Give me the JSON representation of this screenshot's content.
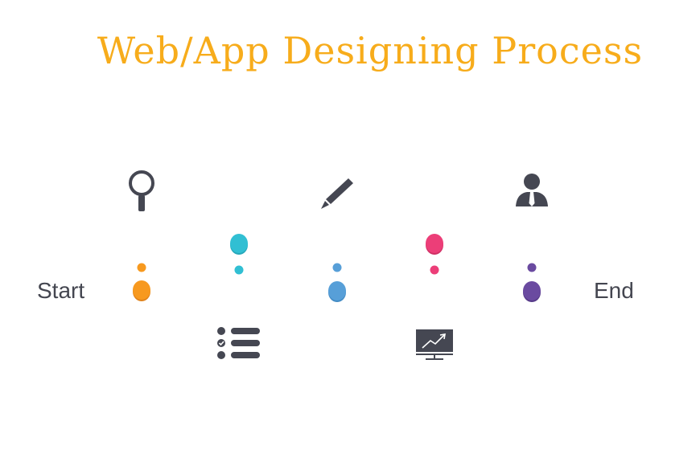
{
  "title": "Web/App Designing Process",
  "start_label": "Start",
  "end_label": "End",
  "colors": {
    "title": "#F7AC1B",
    "icon": "#454752",
    "orange": "#F7991F",
    "cyan": "#31BFD3",
    "blue": "#579FD8",
    "pink": "#EC3E78",
    "purple": "#6A4AA0"
  },
  "steps": [
    {
      "icon": "search-icon",
      "color": "orange",
      "position": "above"
    },
    {
      "icon": "checklist-icon",
      "color": "cyan",
      "position": "below"
    },
    {
      "icon": "pencil-icon",
      "color": "blue",
      "position": "above"
    },
    {
      "icon": "monitor-chart-icon",
      "color": "pink",
      "position": "below"
    },
    {
      "icon": "businessman-icon",
      "color": "purple",
      "position": "above"
    }
  ]
}
